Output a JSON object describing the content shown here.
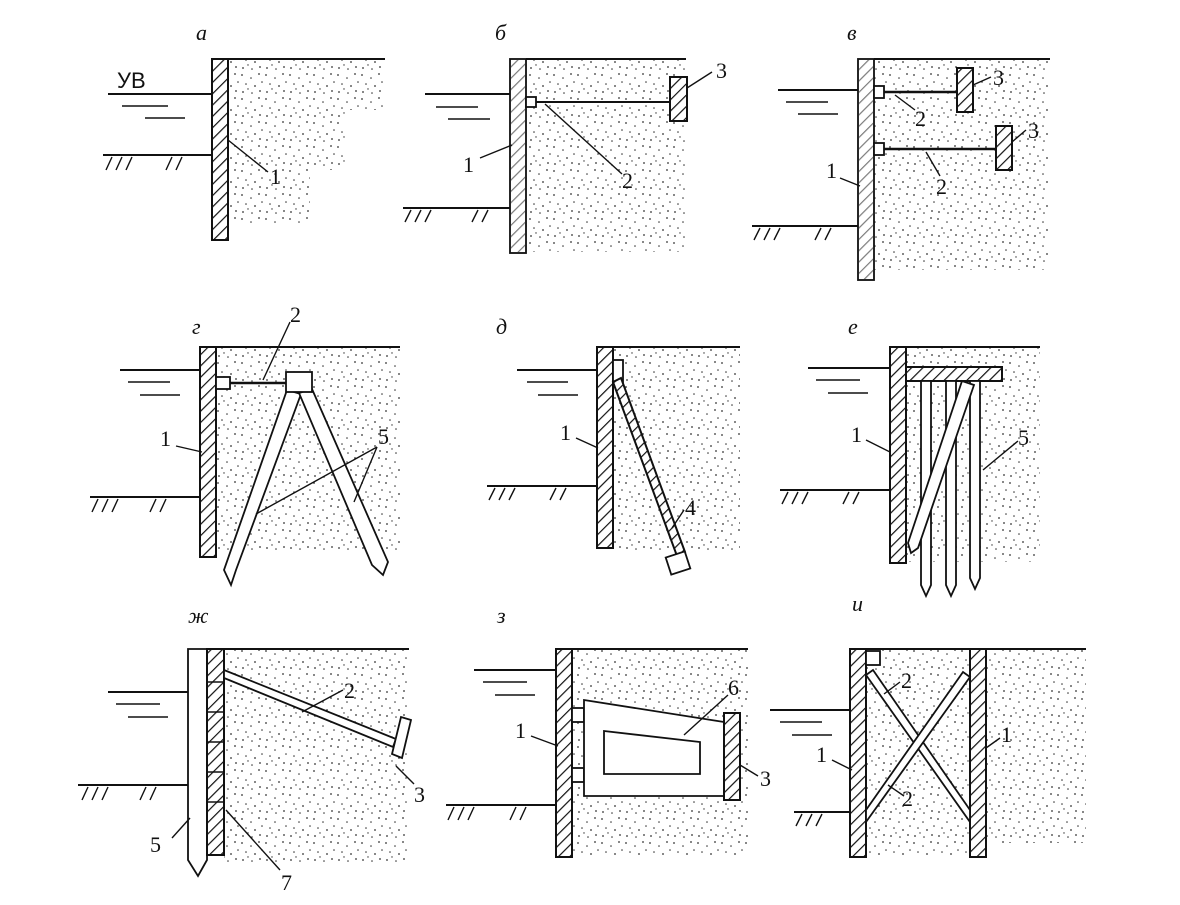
{
  "panels": [
    {
      "letter": "а",
      "labels": {
        "uv": "УВ",
        "n1": "1"
      }
    },
    {
      "letter": "б",
      "labels": {
        "n1": "1",
        "n2": "2",
        "n3": "3"
      }
    },
    {
      "letter": "в",
      "labels": {
        "n1": "1",
        "n2a": "2",
        "n2b": "2",
        "n3a": "3",
        "n3b": "3"
      }
    },
    {
      "letter": "г",
      "labels": {
        "n1": "1",
        "n2": "2",
        "n5": "5"
      }
    },
    {
      "letter": "д",
      "labels": {
        "n1": "1",
        "n4": "4"
      }
    },
    {
      "letter": "е",
      "labels": {
        "n1": "1",
        "n5": "5"
      }
    },
    {
      "letter": "ж",
      "labels": {
        "n2": "2",
        "n3": "3",
        "n5": "5",
        "n7": "7"
      }
    },
    {
      "letter": "з",
      "labels": {
        "n1": "1",
        "n3": "3",
        "n6": "6"
      }
    },
    {
      "letter": "и",
      "labels": {
        "n1a": "1",
        "n1b": "1",
        "n2a": "2",
        "n2b": "2"
      }
    }
  ]
}
